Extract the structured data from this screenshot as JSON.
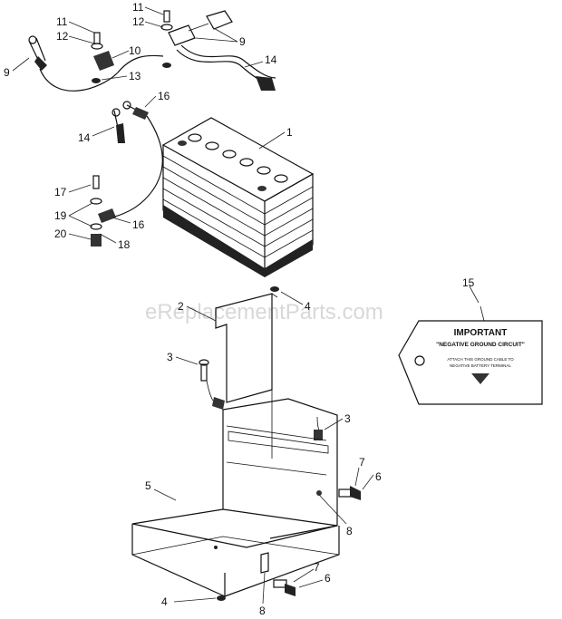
{
  "watermark": "eReplacementParts.com",
  "label_tag": {
    "title": "IMPORTANT",
    "subtitle": "\"NEGATIVE GROUND CIRCUIT\"",
    "line1": "ATTACH THIS GROUND CABLE TO",
    "line2": "NEGATIVE BATTERY TERMINAL"
  },
  "callouts": [
    {
      "id": "c11a",
      "text": "11"
    },
    {
      "id": "c12a",
      "text": "12"
    },
    {
      "id": "c11b",
      "text": "11"
    },
    {
      "id": "c12b",
      "text": "12"
    },
    {
      "id": "c9a",
      "text": "9"
    },
    {
      "id": "c10",
      "text": "10"
    },
    {
      "id": "c9b",
      "text": "9"
    },
    {
      "id": "c13",
      "text": "13"
    },
    {
      "id": "c14a",
      "text": "14"
    },
    {
      "id": "c16a",
      "text": "16"
    },
    {
      "id": "c14b",
      "text": "14"
    },
    {
      "id": "c1",
      "text": "1"
    },
    {
      "id": "c17",
      "text": "17"
    },
    {
      "id": "c19",
      "text": "19"
    },
    {
      "id": "c16b",
      "text": "16"
    },
    {
      "id": "c20",
      "text": "20"
    },
    {
      "id": "c18",
      "text": "18"
    },
    {
      "id": "c15",
      "text": "15"
    },
    {
      "id": "c2",
      "text": "2"
    },
    {
      "id": "c4a",
      "text": "4"
    },
    {
      "id": "c3a",
      "text": "3"
    },
    {
      "id": "c3b",
      "text": "3"
    },
    {
      "id": "c7a",
      "text": "7"
    },
    {
      "id": "c6a",
      "text": "6"
    },
    {
      "id": "c5",
      "text": "5"
    },
    {
      "id": "c8a",
      "text": "8"
    },
    {
      "id": "c7b",
      "text": "7"
    },
    {
      "id": "c6b",
      "text": "6"
    },
    {
      "id": "c4b",
      "text": "4"
    },
    {
      "id": "c8b",
      "text": "8"
    }
  ]
}
